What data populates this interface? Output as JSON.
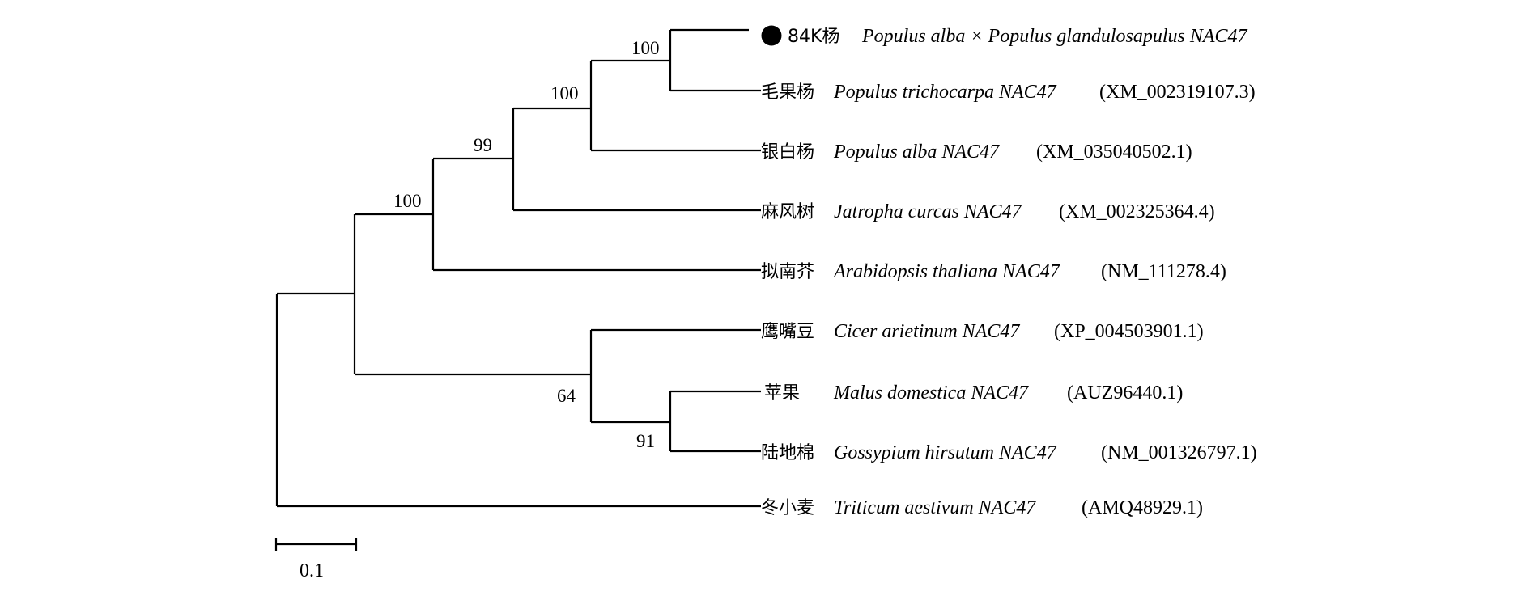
{
  "tree": {
    "taxa": [
      {
        "cn": "84K杨",
        "species": "Populus alba × Populus glandulosapulus NAC47",
        "accession": "",
        "marker": "filled-circle"
      },
      {
        "cn": "毛果杨",
        "species": "Populus trichocarpa NAC47",
        "accession": "(XM_002319107.3)"
      },
      {
        "cn": "银白杨",
        "species": "Populus alba NAC47",
        "accession": "(XM_035040502.1)"
      },
      {
        "cn": "麻风树",
        "species": "Jatropha curcas NAC47",
        "accession": "(XM_002325364.4)"
      },
      {
        "cn": "拟南芥",
        "species": "Arabidopsis thaliana NAC47",
        "accession": "(NM_111278.4)"
      },
      {
        "cn": "鹰嘴豆",
        "species": "Cicer arietinum NAC47",
        "accession": "(XP_004503901.1)"
      },
      {
        "cn": "苹果",
        "species": "Malus domestica NAC47",
        "accession": "(AUZ96440.1)"
      },
      {
        "cn": "陆地棉",
        "species": "Gossypium hirsutum NAC47",
        "accession": "(NM_001326797.1)"
      },
      {
        "cn": "冬小麦",
        "species": "Triticum aestivum NAC47",
        "accession": "(AMQ48929.1)"
      }
    ],
    "bootstrap": {
      "n84K_trichocarpa": "100",
      "n_poplars": "100",
      "n_jatropha": "99",
      "n_arabidopsis": "100",
      "n_cicer": "64",
      "n_malus_gossypium": "91"
    },
    "scale_bar_label": "0.1"
  }
}
